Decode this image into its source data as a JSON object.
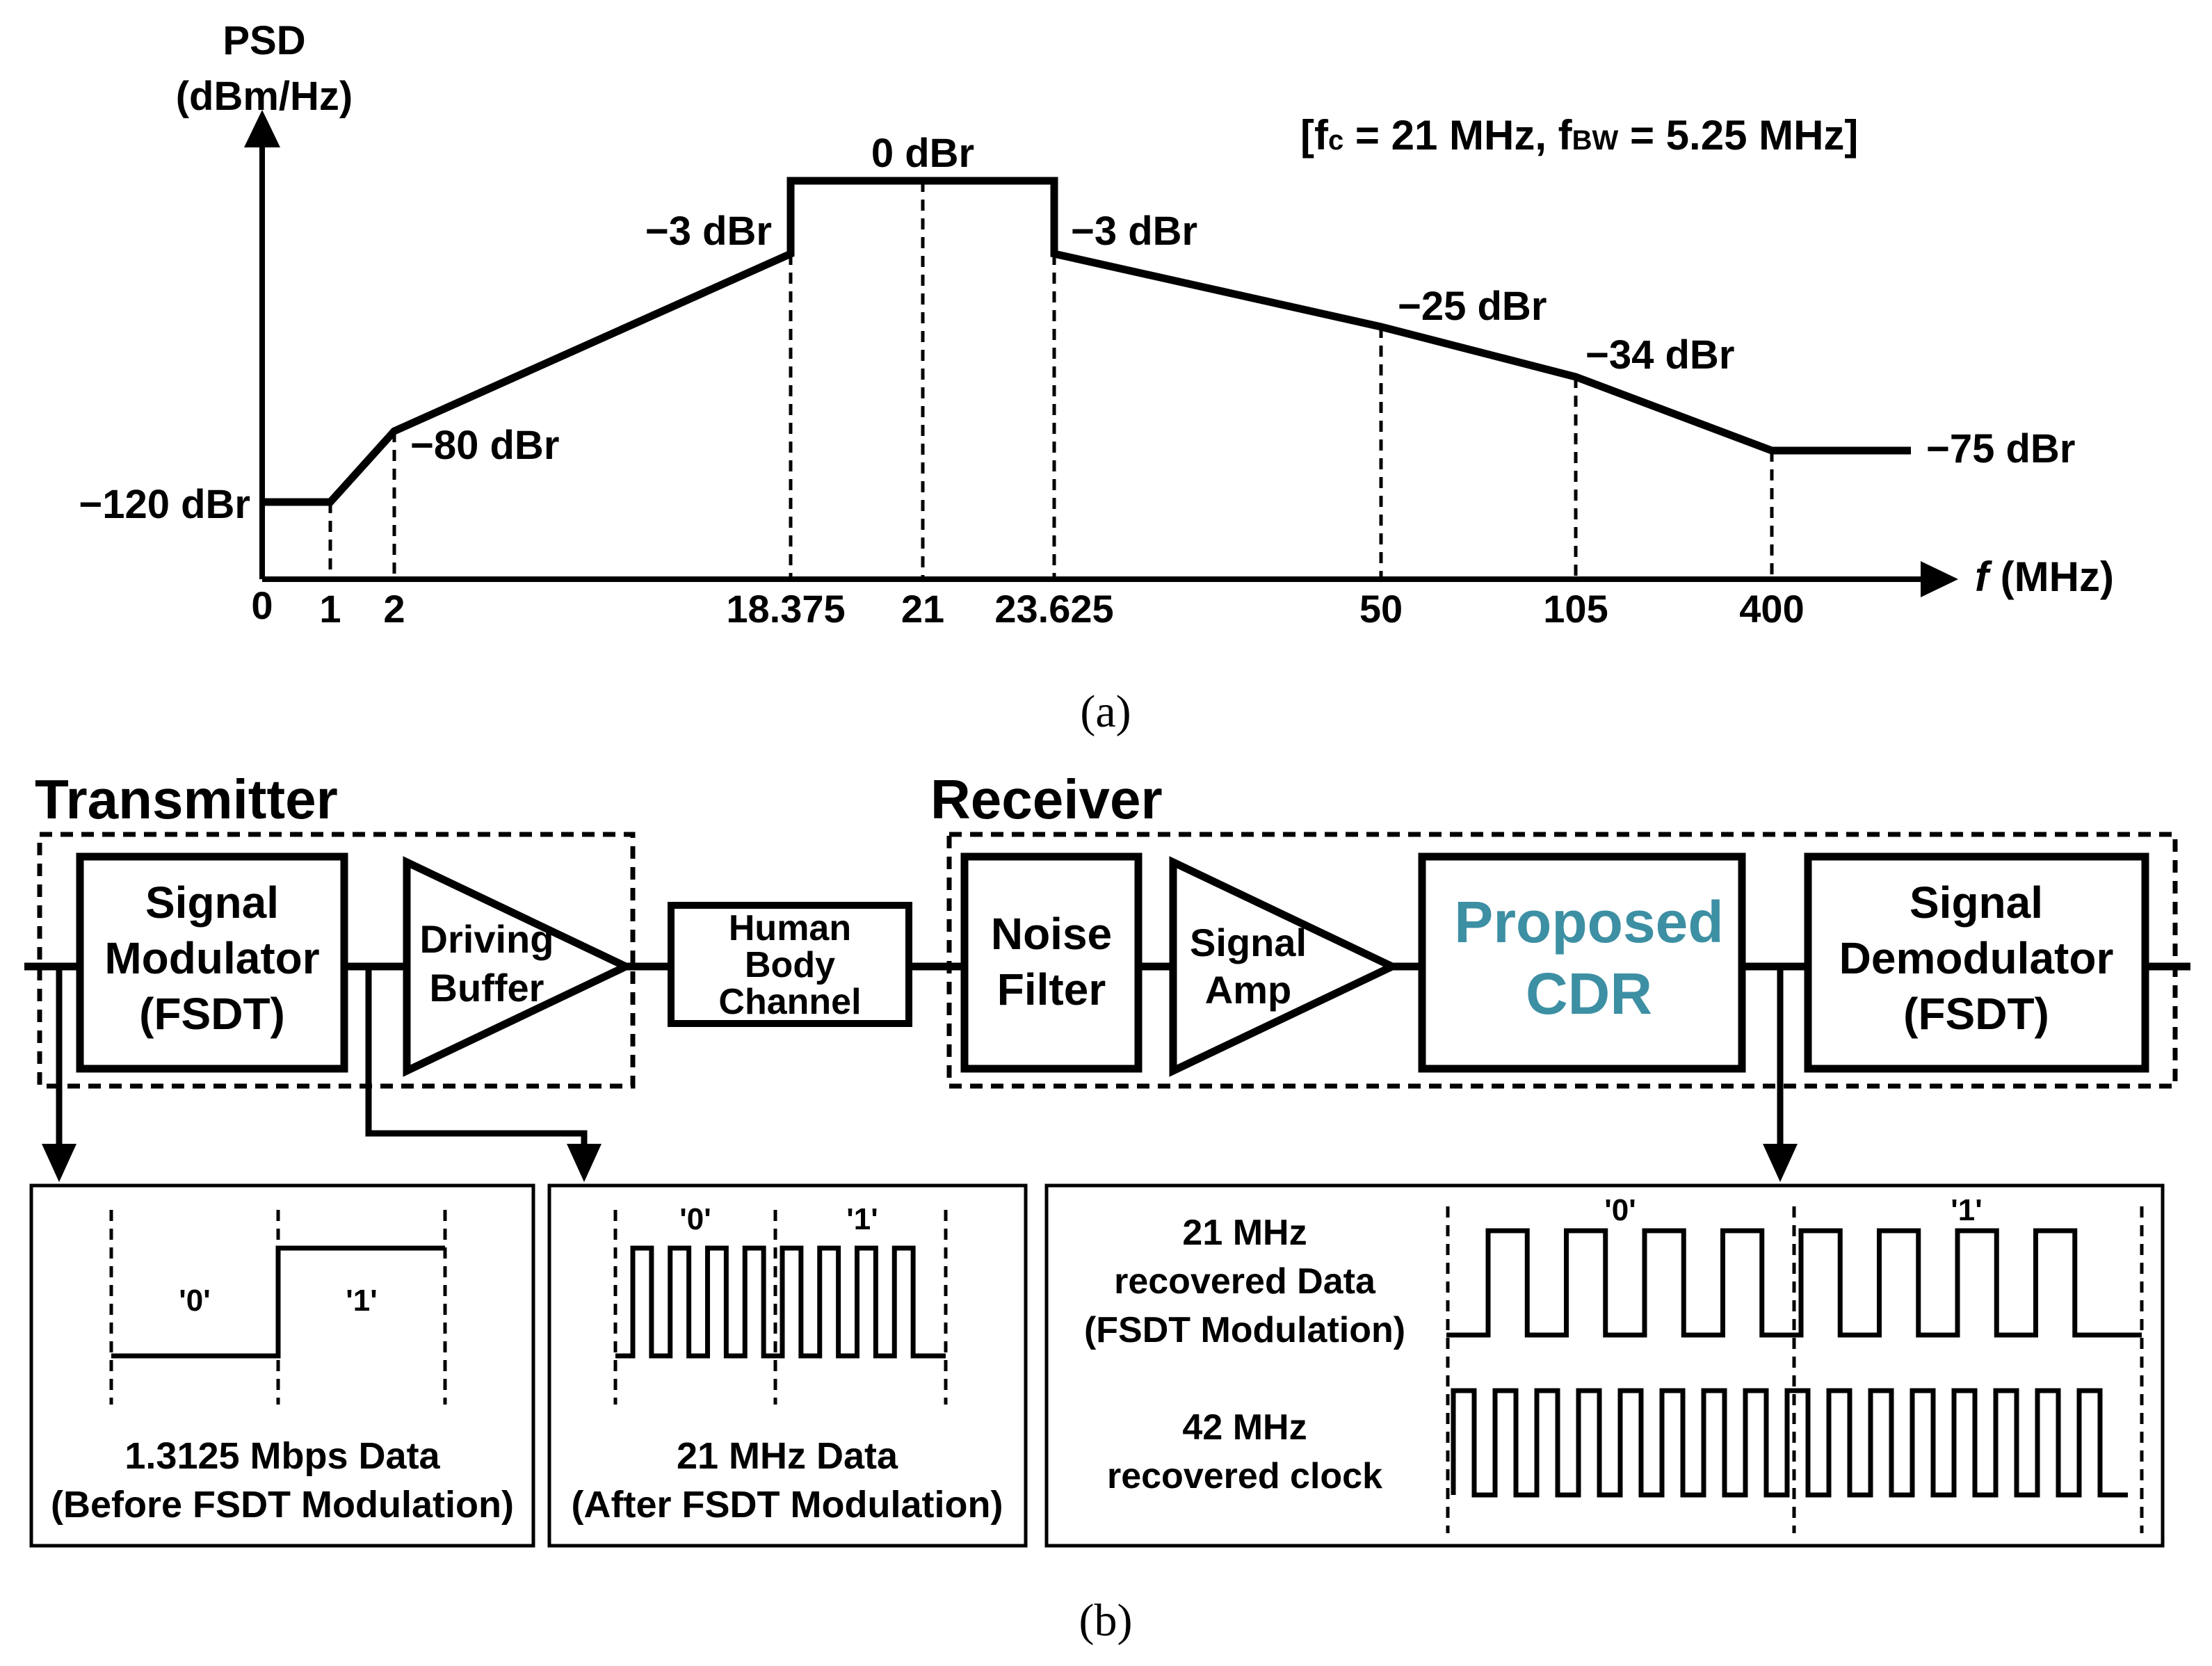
{
  "figure_a": {
    "y_axis_label_line1": "PSD",
    "y_axis_label_line2": "(dBm/Hz)",
    "x_axis_label_italic": "f",
    "x_axis_label_unit": " (MHz)",
    "params": {
      "prefix": "[f",
      "fc_sub": "c",
      "mid": " = 21 MHz, f",
      "bw_sub": "BW",
      "suffix": " = 5.25 MHz]"
    },
    "x_ticks": [
      "0",
      "1",
      "2",
      "18.375",
      "21",
      "23.625",
      "50",
      "105",
      "400"
    ],
    "level_labels": {
      "l_minus120": "−120 dBr",
      "l_minus80": "−80 dBr",
      "l_minus3_left": "−3 dBr",
      "l_0": "0 dBr",
      "l_minus3_right": "−3 dBr",
      "l_minus25": "−25 dBr",
      "l_minus34": "−34 dBr",
      "l_minus75": "−75 dBr"
    },
    "caption": "(a)"
  },
  "figure_b": {
    "transmitter_title": "Transmitter",
    "receiver_title": "Receiver",
    "blocks": {
      "signal_modulator": [
        "Signal",
        "Modulator",
        "(FSDT)"
      ],
      "driving_buffer": [
        "Driving",
        "Buffer"
      ],
      "human_body_channel": [
        "Human",
        "Body",
        "Channel"
      ],
      "noise_filter": [
        "Noise",
        "Filter"
      ],
      "signal_amp": [
        "Signal",
        "Amp"
      ],
      "proposed_cdr": [
        "Proposed",
        "CDR"
      ],
      "signal_demodulator": [
        "Signal",
        "Demodulator",
        "(FSDT)"
      ]
    },
    "accent_color": "#3d8fa3",
    "panel1": {
      "bit0": "'0'",
      "bit1": "'1'",
      "caption_line1": "1.3125 Mbps Data",
      "caption_line2": "(Before FSDT Modulation)"
    },
    "panel2": {
      "bit0": "'0'",
      "bit1": "'1'",
      "caption_line1": "21 MHz Data",
      "caption_line2": "(After FSDT Modulation)"
    },
    "panel3": {
      "bit0": "'0'",
      "bit1": "'1'",
      "data_label": [
        "21 MHz",
        "recovered Data",
        "(FSDT Modulation)"
      ],
      "clock_label": [
        "42 MHz",
        "recovered clock"
      ]
    },
    "caption": "(b)"
  }
}
